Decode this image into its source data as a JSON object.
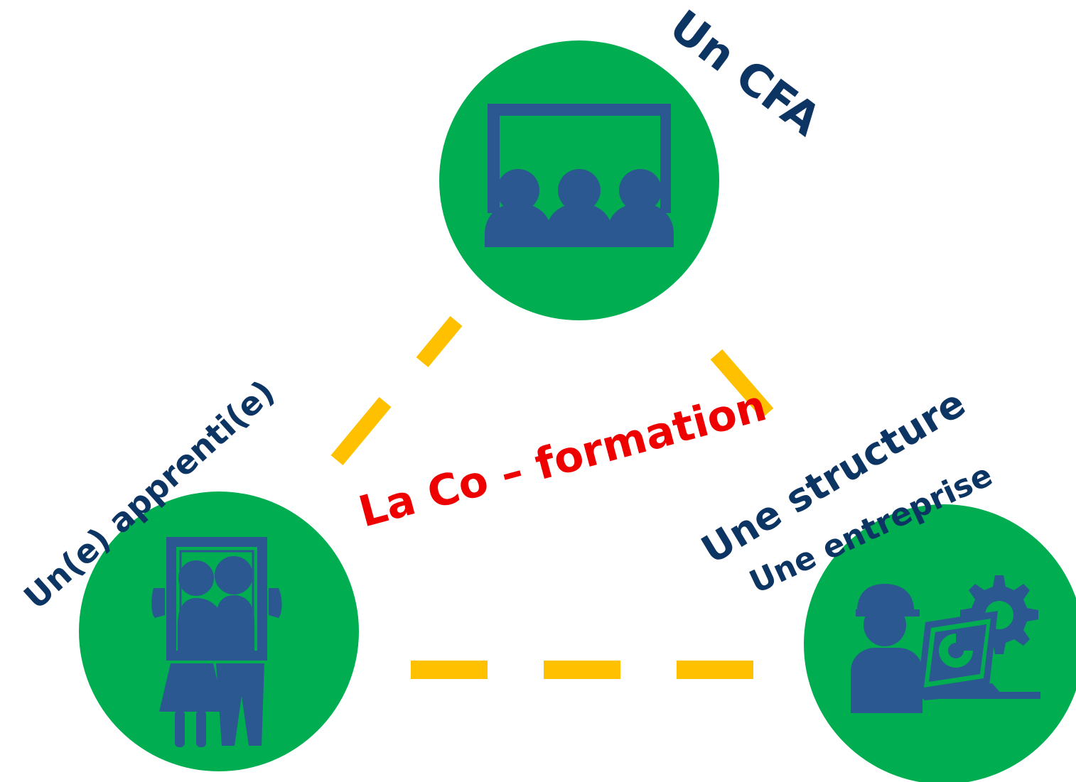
{
  "colors": {
    "circle": "#00AD50",
    "icon": "#2B5891",
    "label": "#0D3563",
    "center_text": "#EE0000",
    "connector": "#FFC000"
  },
  "nodes": {
    "cfa": {
      "label": "Un CFA",
      "icon": "classroom-audience-icon"
    },
    "apprenti": {
      "label": "Un(e) apprenti(e)",
      "icon": "couple-portrait-icon"
    },
    "entreprise": {
      "label_line1": "Une structure",
      "label_line2": "Une entreprise",
      "icon": "worker-computer-gear-icon"
    }
  },
  "center": {
    "title": "La Co – formation"
  }
}
